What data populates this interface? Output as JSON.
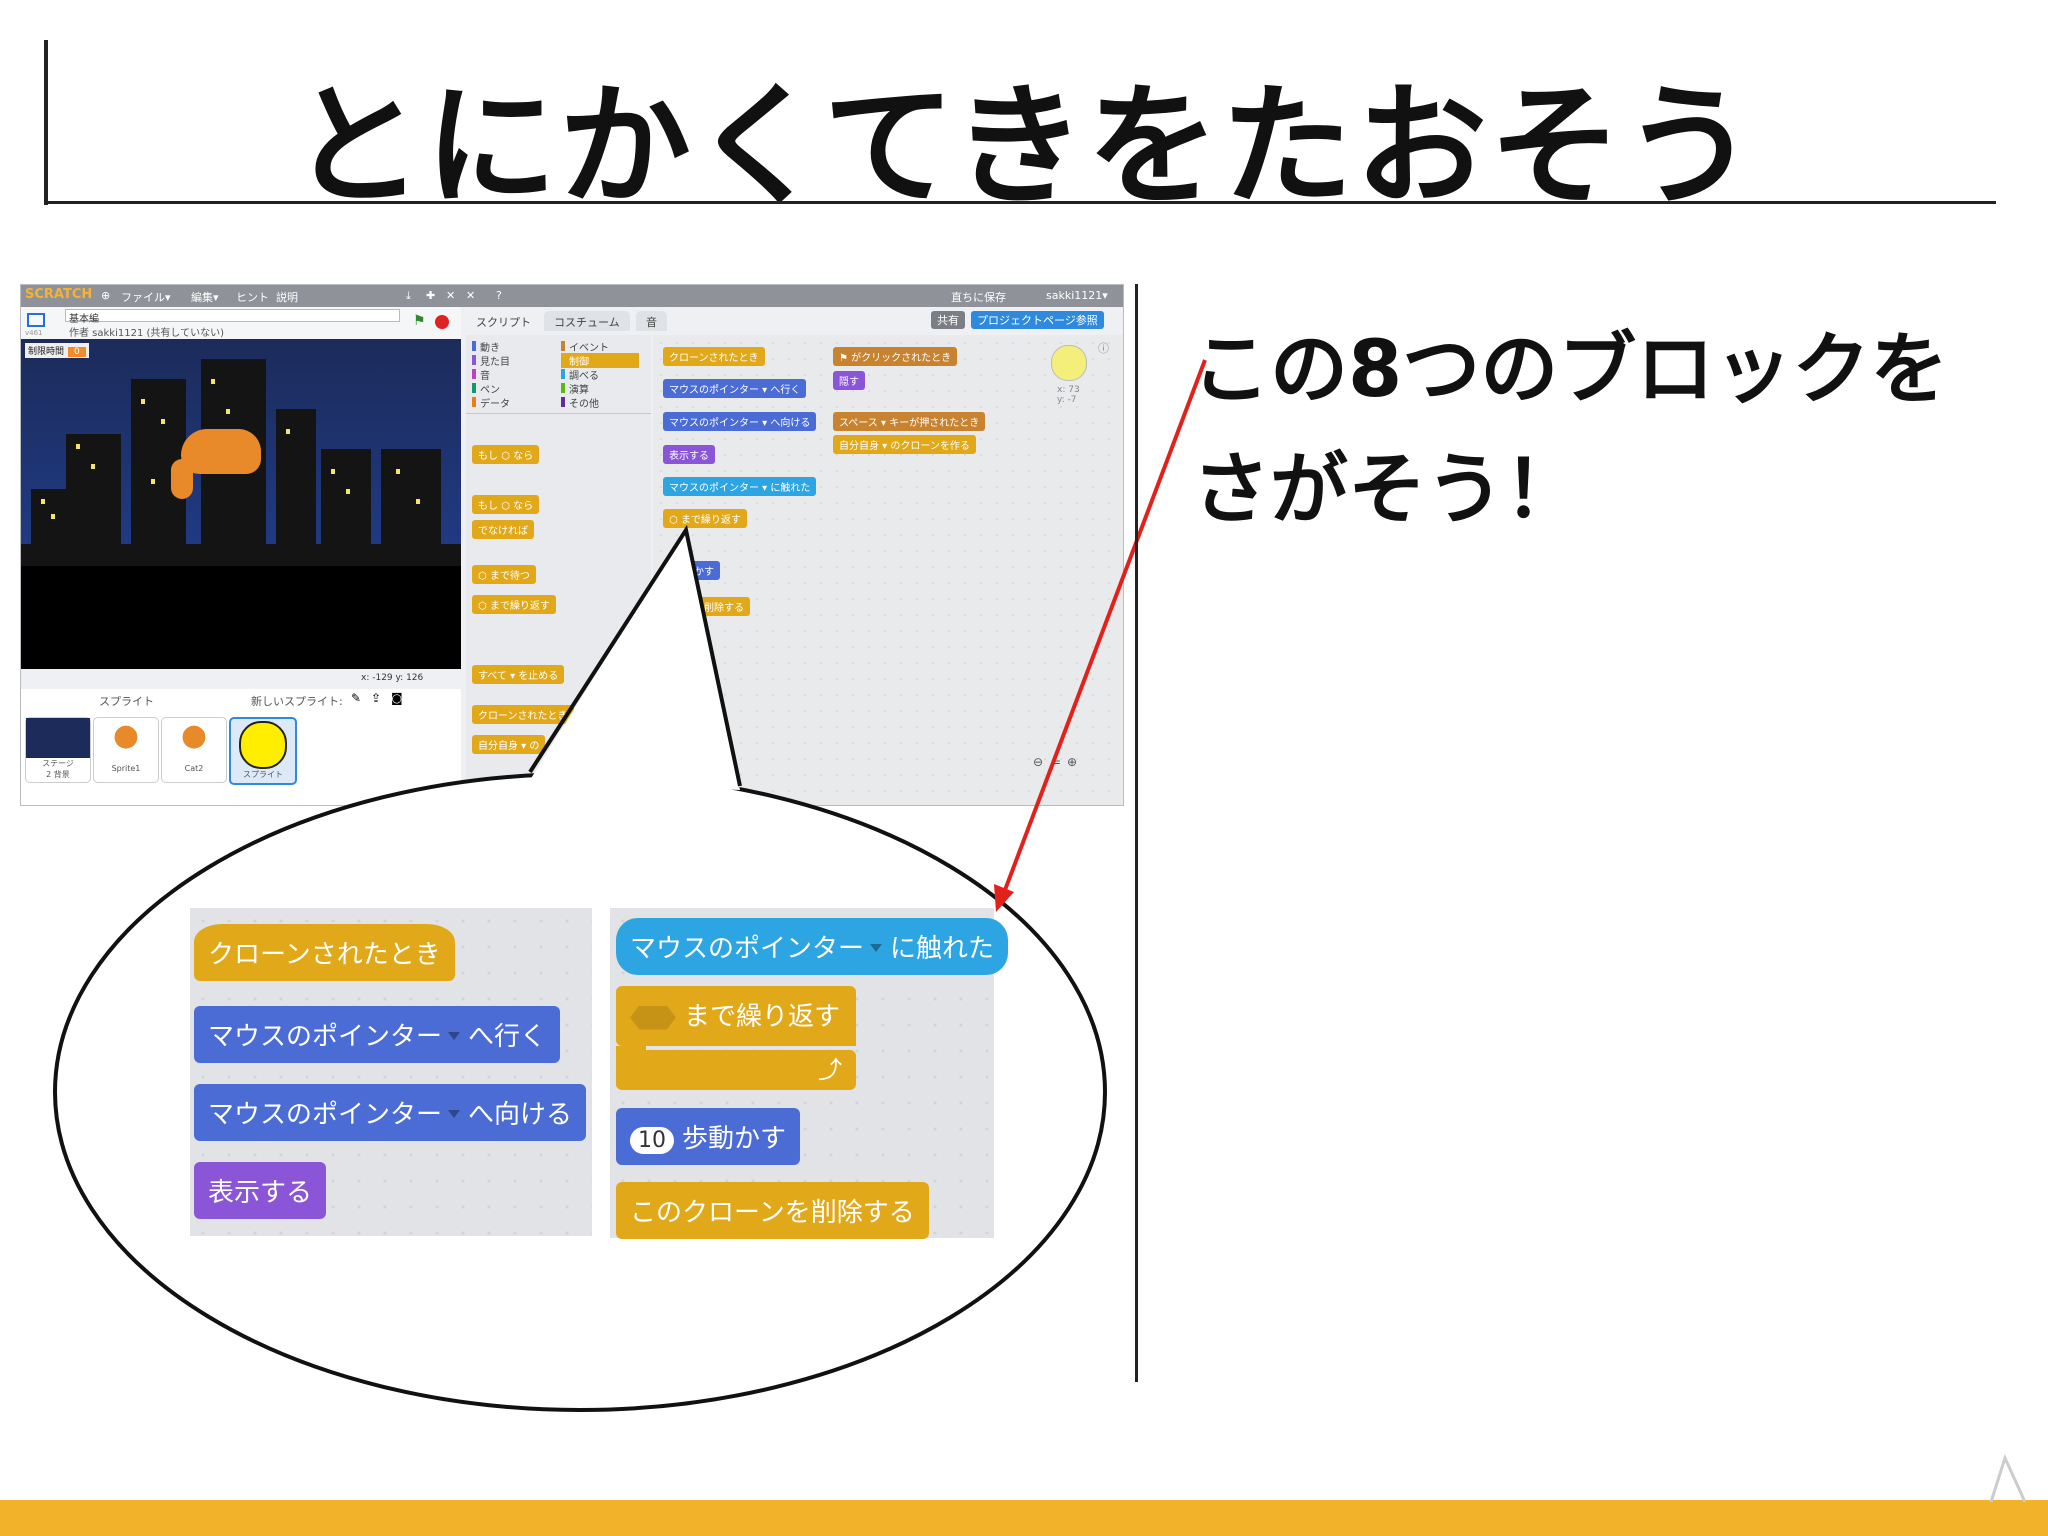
{
  "slide": {
    "title": "とにかくてきをたおそう",
    "caption_line1": "この8つのブロックを",
    "caption_line2": "さがそう！"
  },
  "editor": {
    "logo": "SCRATCH",
    "menu": [
      "ファイル▾",
      "編集▾",
      "ヒント",
      "説明"
    ],
    "save_now": "直ちに保存",
    "username": "sakki1121▾",
    "project_title": "基本編",
    "author": "作者 sakki1121 (共有していない)",
    "version": "v461",
    "timer_label": "制限時間",
    "timer_value": "0",
    "tabs": [
      "スクリプト",
      "コスチューム",
      "音"
    ],
    "share_button": "共有",
    "project_page_button": "プロジェクトページ参照",
    "categories_left": [
      "動き",
      "見た目",
      "音",
      "ペン",
      "データ"
    ],
    "categories_right": [
      "イベント",
      "制御",
      "調べる",
      "演算",
      "その他"
    ],
    "stage_coords": "x: -129  y: 126",
    "sprite_coords": "x: 73\ny: -7",
    "sprites_label": "スプライト",
    "new_sprite_label": "新しいスプライト:",
    "sprite_list": [
      {
        "name": "ステージ",
        "sub": "2 背景"
      },
      {
        "name": "Sprite1"
      },
      {
        "name": "Cat2"
      },
      {
        "name": "スプライト"
      }
    ],
    "palette_blocks": [
      "もし",
      "なら",
      "もし",
      "なら",
      "でなければ",
      "まで待つ",
      "まで繰り返す",
      "すべて",
      "を止める",
      "クローンされたとき",
      "自分自身",
      "の"
    ],
    "script_blocks": {
      "when_cloned": "クローンされたとき",
      "go_to": "マウスのポインター",
      "go_to_suffix": "へ行く",
      "point_to": "マウスのポインター",
      "point_to_suffix": "へ向ける",
      "show": "表示する",
      "touching": "マウスのポインター",
      "touching_suffix": "に触れた",
      "repeat_until": "まで繰り返す",
      "move": "動かす",
      "delete_clone": "ンを削除する",
      "flag_clicked": "がクリックされたとき",
      "hide": "隠す",
      "key_pressed_key": "スペース",
      "key_pressed_suffix": "キーが押されたとき",
      "create_clone_target": "自分自身",
      "create_clone_suffix": "のクローンを作る"
    }
  },
  "callout": {
    "when_cloned": "クローンされたとき",
    "go_to": "マウスのポインター",
    "go_to_suffix": "へ行く",
    "point_to": "マウスのポインター",
    "point_to_suffix": "へ向ける",
    "show": "表示する",
    "touching": "マウスのポインター",
    "touching_suffix": "に触れた",
    "repeat_until": "まで繰り返す",
    "move_steps": "10",
    "move_suffix": "歩動かす",
    "delete_clone": "このクローンを削除する"
  },
  "colors": {
    "control": "#e1a91a",
    "motion": "#4a6cd4",
    "looks": "#8a55d7",
    "sensing": "#2ca5e2",
    "events": "#c88330",
    "footer": "#f2b22a",
    "arrow": "#e3211c"
  }
}
